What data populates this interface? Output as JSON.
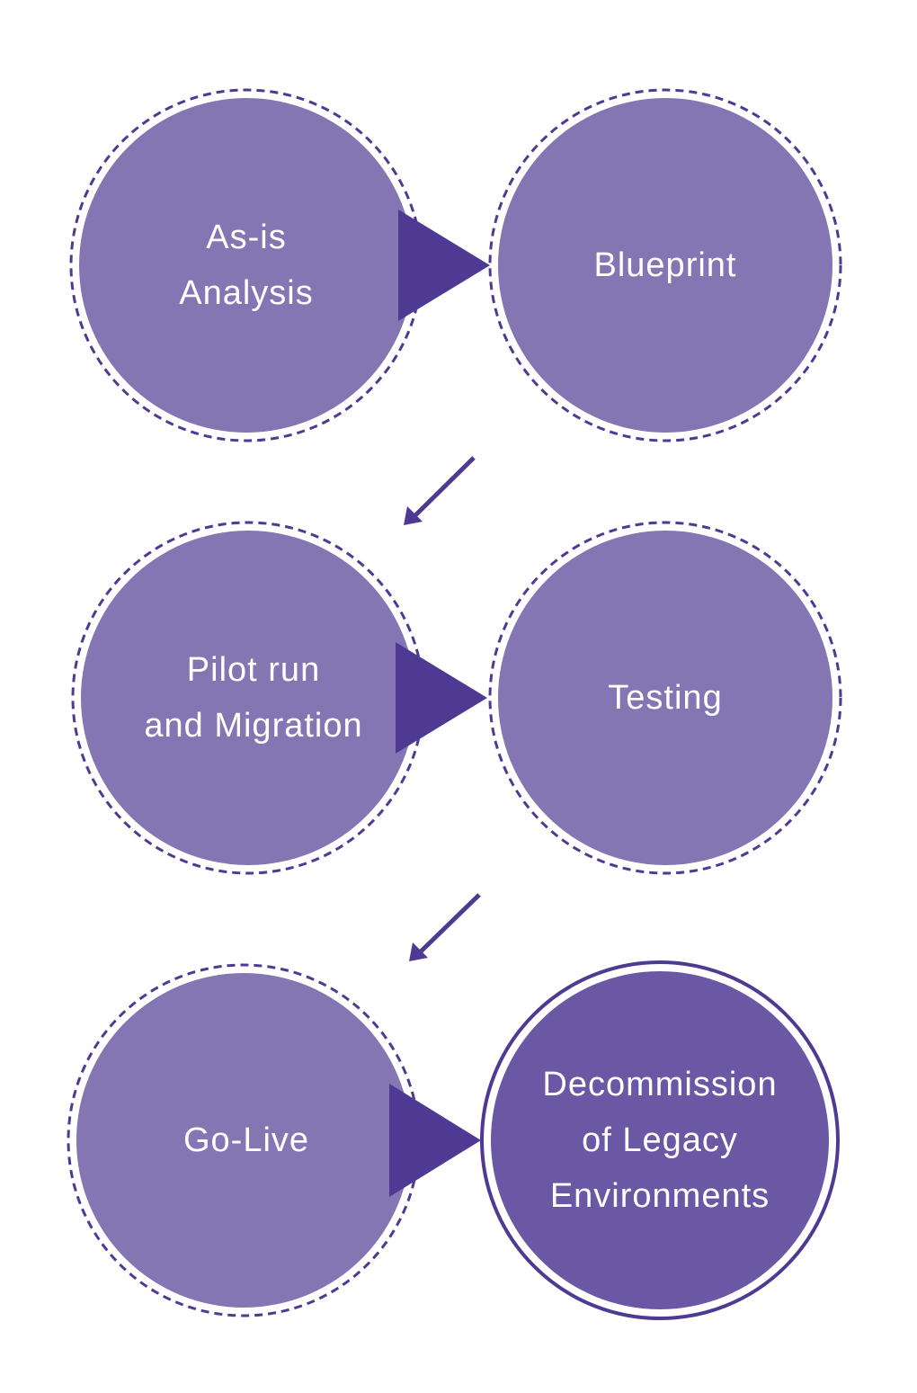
{
  "colors": {
    "circle_fill": "#8476b3",
    "final_circle_fill": "#6b58a5",
    "outline": "#4f3a93",
    "arrow": "#4f3a93",
    "text": "#ffffff"
  },
  "steps": [
    {
      "label": "As-is\nAnalysis"
    },
    {
      "label": "Blueprint"
    },
    {
      "label": "Pilot run\nand Migration"
    },
    {
      "label": "Testing"
    },
    {
      "label": "Go-Live"
    },
    {
      "label": "Decommission\nof Legacy\nEnvironments"
    }
  ]
}
